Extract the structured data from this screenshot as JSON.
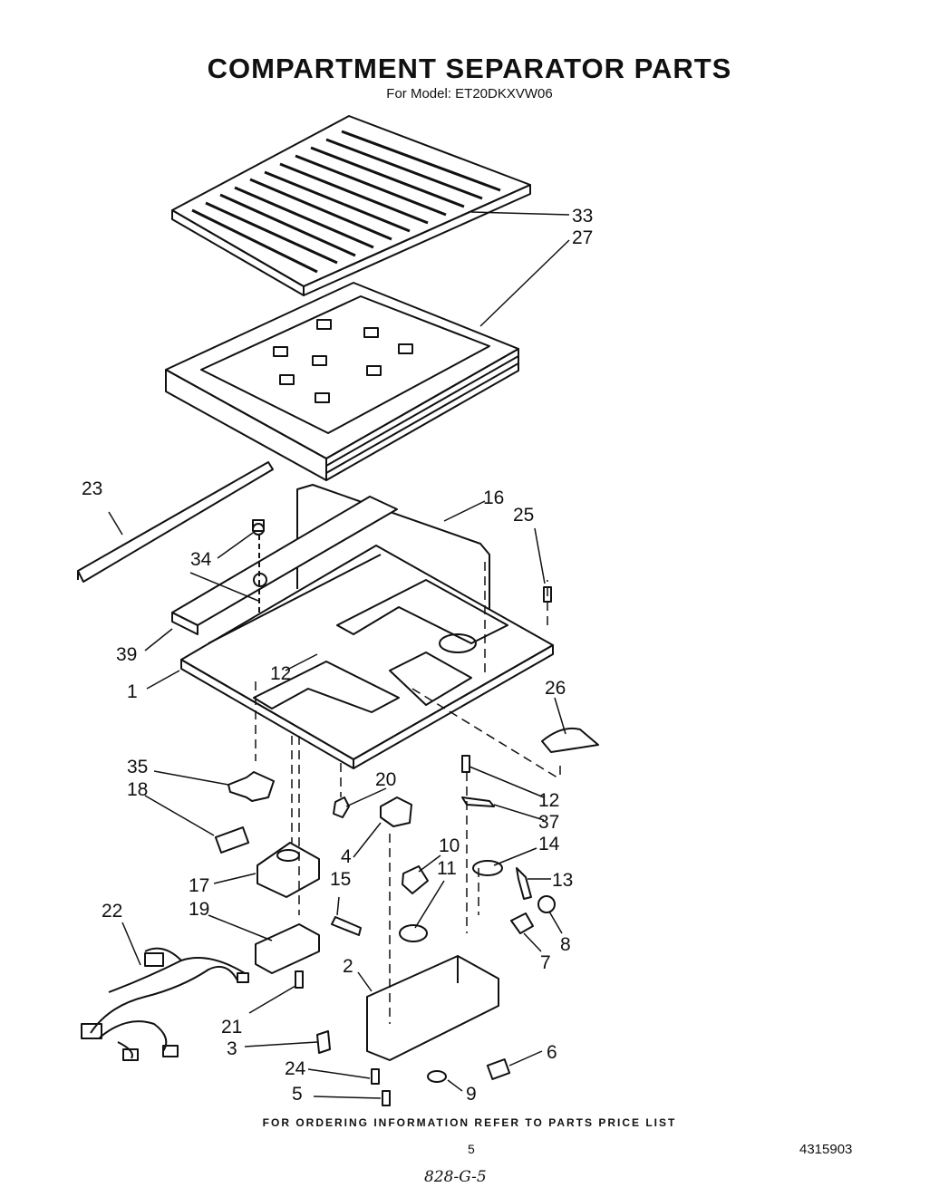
{
  "header": {
    "title": "COMPARTMENT SEPARATOR PARTS",
    "subtitle": "For Model: ET20DKXVW06"
  },
  "callouts": [
    {
      "label": "33"
    },
    {
      "label": "27"
    },
    {
      "label": "23"
    },
    {
      "label": "16"
    },
    {
      "label": "25"
    },
    {
      "label": "34"
    },
    {
      "label": "39"
    },
    {
      "label": "12"
    },
    {
      "label": "1"
    },
    {
      "label": "26"
    },
    {
      "label": "35"
    },
    {
      "label": "18"
    },
    {
      "label": "20"
    },
    {
      "label": "12"
    },
    {
      "label": "37"
    },
    {
      "label": "4"
    },
    {
      "label": "10"
    },
    {
      "label": "14"
    },
    {
      "label": "17"
    },
    {
      "label": "15"
    },
    {
      "label": "11"
    },
    {
      "label": "13"
    },
    {
      "label": "22"
    },
    {
      "label": "19"
    },
    {
      "label": "8"
    },
    {
      "label": "7"
    },
    {
      "label": "2"
    },
    {
      "label": "21"
    },
    {
      "label": "3"
    },
    {
      "label": "6"
    },
    {
      "label": "24"
    },
    {
      "label": "9"
    },
    {
      "label": "5"
    }
  ],
  "footer": {
    "ordering_note": "FOR ORDERING INFORMATION REFER TO PARTS PRICE LIST",
    "page_number": "5",
    "document_number": "4315903",
    "handwritten_note": "828-G-5"
  }
}
